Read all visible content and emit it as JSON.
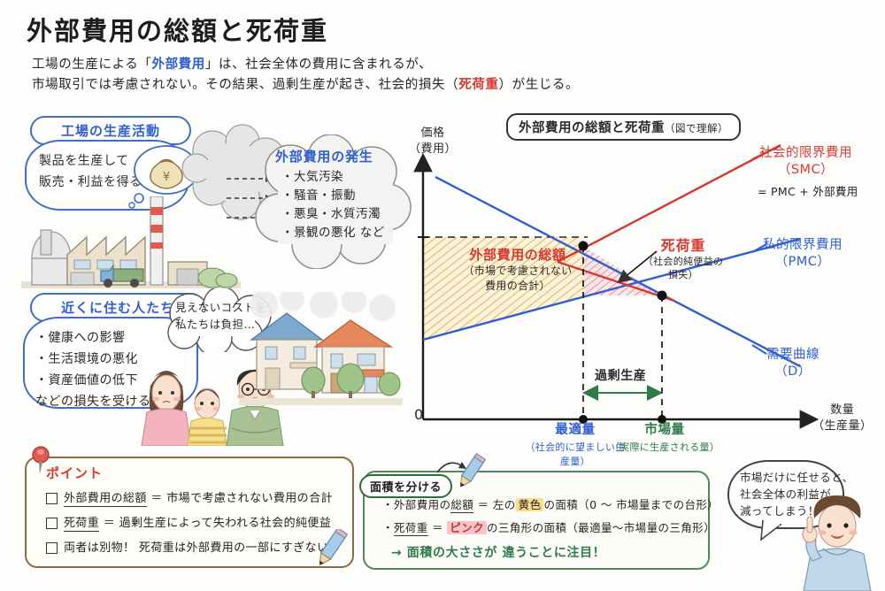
{
  "page": {
    "title": "外部費用の総額と死荷重",
    "intro_line1_a": "工場の生産による「",
    "intro_line1_b": "外部費用",
    "intro_line1_c": "」は、社会全体の費用に含まれるが、",
    "intro_line2_a": "市場取引では考慮されない。その結果、過剰生産が起き、社会的損失（",
    "intro_line2_b": "死荷重",
    "intro_line2_c": "）が生じる。"
  },
  "factory": {
    "heading": "工場の生産活動",
    "body_line1": "製品を生産して",
    "body_line2": "販売・利益を得る",
    "thought_icon": "money-bag-icon"
  },
  "external_cost": {
    "heading": "外部費用の発生",
    "items": [
      "・大気汚染",
      "・騒音・振動",
      "・悪臭・水質汚濁",
      "・景観の悪化  など"
    ]
  },
  "residents": {
    "heading": "近くに住む人たち",
    "items": [
      "・健康への影響",
      "・生活環境の悪化",
      "・資産価値の低下",
      "などの損失を受ける"
    ],
    "bubble_line1": "見えないコストを",
    "bubble_line2": "私たちは負担…"
  },
  "chart_data": {
    "type": "line",
    "title": "外部費用の総額と死荷重",
    "title_suffix": "（図で理解）",
    "ylabel_line1": "価格",
    "ylabel_line2": "（費用）",
    "xlabel_line1": "数量",
    "xlabel_line2": "（生産量）",
    "origin_label": "0",
    "series": [
      {
        "name": "社会的限界費用（SMC）",
        "label_line1": "社会的限界費用",
        "label_line2": "（SMC）",
        "label_note": "= PMC + 外部費用",
        "color": "#d7392f",
        "x": [
          0.33,
          1.0
        ],
        "y": [
          0.42,
          0.88
        ]
      },
      {
        "name": "私的限界費用（PMC）",
        "label_line1": "私的限界費用",
        "label_line2": "（PMC）",
        "color": "#2f5fd0",
        "x": [
          0.0,
          1.0
        ],
        "y": [
          0.12,
          0.62
        ]
      },
      {
        "name": "需要曲線（D）",
        "label_line1": "需要曲線",
        "label_line2": "（D）",
        "color": "#2f5fd0",
        "x": [
          0.0,
          1.0
        ],
        "y": [
          0.93,
          0.18
        ]
      }
    ],
    "areas": [
      {
        "name": "外部費用の総額",
        "label": "外部費用の総額",
        "sub_line1": "（市場で考慮されない",
        "sub_line2": "費用の合計）",
        "color": "#e8a83a",
        "fill": "yellow-hatch",
        "shape": "trapezoid 0〜市場量"
      },
      {
        "name": "死荷重",
        "label": "死荷重",
        "sub_line1": "（社会的純便益の",
        "sub_line2": "損失）",
        "color": "#d7392f",
        "fill": "pink-hatch",
        "shape": "triangle 最適量〜市場量"
      }
    ],
    "points": [
      {
        "name": "最適量",
        "label": "最適量",
        "sub": "（社会的に望ましい生産量）",
        "x": 0.45,
        "color": "#2f5fd0"
      },
      {
        "name": "市場量",
        "label": "市場量",
        "sub": "（実際に生産される量）",
        "x": 0.685,
        "color": "#2f7a49"
      }
    ],
    "annotation": {
      "overproduction_label": "過剰生産",
      "color": "#2f7a49"
    },
    "grid": false,
    "legend": "right"
  },
  "points_box": {
    "pin_icon": "pushpin-icon",
    "pencil_icon": "pencil-icon",
    "heading": "ポイント",
    "items": [
      {
        "term": "外部費用の総額",
        "rest": " ＝ 市場で考慮されない費用の合計",
        "underline": true
      },
      {
        "term": "死荷重",
        "rest": " ＝ 過剰生産によって失われる社会的純便益",
        "underline": true
      },
      {
        "term": "",
        "rest": "両者は別物！ 死荷重は外部費用の一部にすぎない",
        "underline": false
      }
    ]
  },
  "area_box": {
    "pill": "面積を分ける",
    "pencil_icon": "pencil-icon",
    "row1_a": "・外部費用の",
    "row1_term": "総額",
    "row1_b": " ＝ 左の",
    "row1_mark": "黄色",
    "row1_c": "の面積（0 〜 市場量までの台形）",
    "row2_a": "・",
    "row2_term": "死荷重",
    "row2_b": " ＝ ",
    "row2_mark": "ピンク",
    "row2_c": "の三角形の面積（最適量〜市場量の三角形）",
    "row3": "→ 面積の大ささが 違うことに注目！"
  },
  "closing": {
    "bubble_line1": "市場だけに任せると、",
    "bubble_line2": "社会全体の利益が",
    "bubble_line3": "減ってしまう！",
    "character": "boy-pointing-icon"
  }
}
